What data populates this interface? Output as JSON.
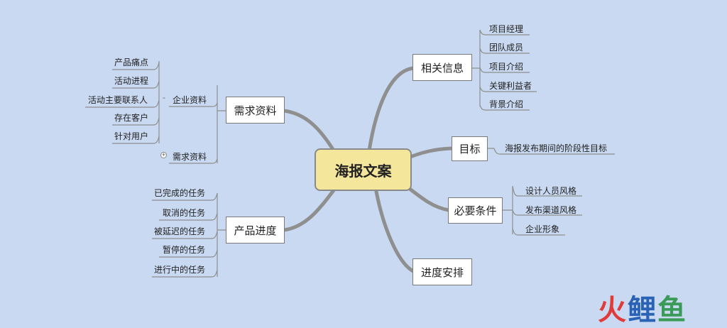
{
  "central": "海报文案",
  "branches": {
    "info": {
      "label": "相关信息",
      "children": [
        "项目经理",
        "团队成员",
        "项目介绍",
        "关键利益者",
        "背景介绍"
      ]
    },
    "goal": {
      "label": "目标",
      "children": [
        "海报发布期间的阶段性目标"
      ]
    },
    "req": {
      "label": "必要条件",
      "children": [
        "设计人员风格",
        "发布渠道风格",
        "企业形象"
      ]
    },
    "sched": {
      "label": "进度安排"
    },
    "demand": {
      "label": "需求资料",
      "sub1": {
        "label": "企业资料",
        "children": [
          "产品痛点",
          "活动进程",
          "活动主要联系人",
          "存在客户",
          "针对用户"
        ]
      },
      "sub2": {
        "label": "需求资料"
      }
    },
    "progress": {
      "label": "产品进度",
      "children": [
        "已完成的任务",
        "取消的任务",
        "被延迟的任务",
        "暂停的任务",
        "进行中的任务"
      ]
    }
  },
  "watermark": {
    "c1": "火",
    "c2": "鲤",
    "c3": "鱼"
  },
  "colors": {
    "background": "#c9d9f1",
    "central_fill": "#f4e79b",
    "connector": "#888888"
  }
}
